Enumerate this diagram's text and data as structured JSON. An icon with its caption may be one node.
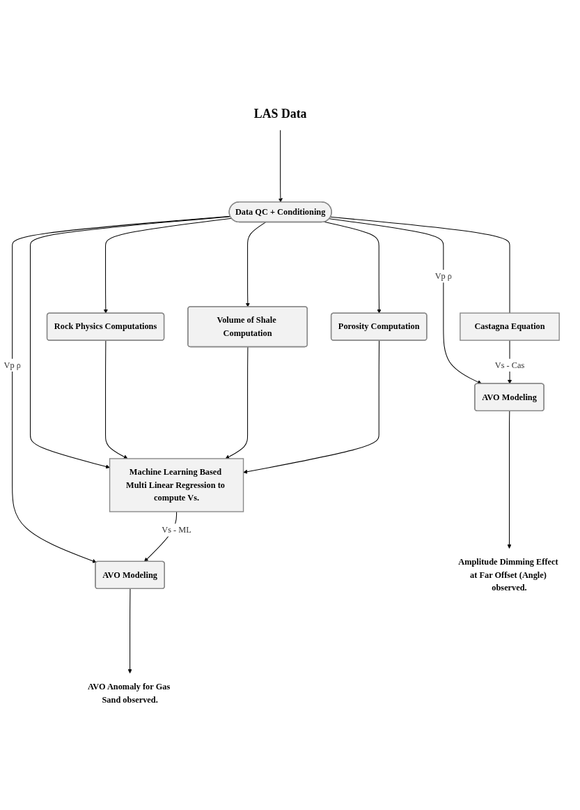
{
  "diagram": {
    "nodes": [
      {
        "text": [
          "LAS Data"
        ]
      },
      {
        "text": [
          "Data QC + Conditioning"
        ]
      },
      {
        "text": [
          "Rock Physics Computations"
        ]
      },
      {
        "text": [
          "Volume of Shale Computation"
        ]
      },
      {
        "text": [
          "Porosity Computation"
        ]
      },
      {
        "text": [
          "Machine Learning Based Multi Linear Regression to compute Vs."
        ]
      },
      {
        "text": [
          "Castagna Equation"
        ]
      },
      {
        "text": [
          "AVO Modeling"
        ]
      },
      {
        "text": [
          "AVO Modeling"
        ]
      },
      {
        "text": [
          "Amplitude Dimming Effect at Far Offset (Angle) observed."
        ]
      },
      {
        "text": [
          "AVO Anomaly for Gas Sand observed."
        ]
      }
    ],
    "edges": [
      {
        "from": 0,
        "to": 1,
        "arrow": "to"
      },
      {
        "from": 1,
        "to": 2,
        "arrow": "to"
      },
      {
        "from": 1,
        "to": 3,
        "arrow": "to"
      },
      {
        "from": 1,
        "to": 4,
        "arrow": "to"
      },
      {
        "from": 1,
        "to": 5,
        "arrow": "to"
      },
      {
        "from": 2,
        "to": 5,
        "arrow": "to"
      },
      {
        "from": 3,
        "to": 5,
        "arrow": "to"
      },
      {
        "from": 4,
        "to": 5,
        "arrow": "to"
      },
      {
        "from": 1,
        "to": 6,
        "arrow": "none"
      },
      {
        "from": 1,
        "to": 7,
        "arrow": "to",
        "label": "Vp ρ"
      },
      {
        "from": 1,
        "to": 8,
        "arrow": "to",
        "label": "Vp ρ"
      },
      {
        "from": 6,
        "to": 7,
        "arrow": "to",
        "label": "Vs - Cas"
      },
      {
        "from": 5,
        "to": 8,
        "arrow": "to",
        "label": "Vs - ML"
      },
      {
        "from": 7,
        "to": 9,
        "arrow": "to"
      },
      {
        "from": 8,
        "to": 10,
        "arrow": "to"
      }
    ]
  }
}
